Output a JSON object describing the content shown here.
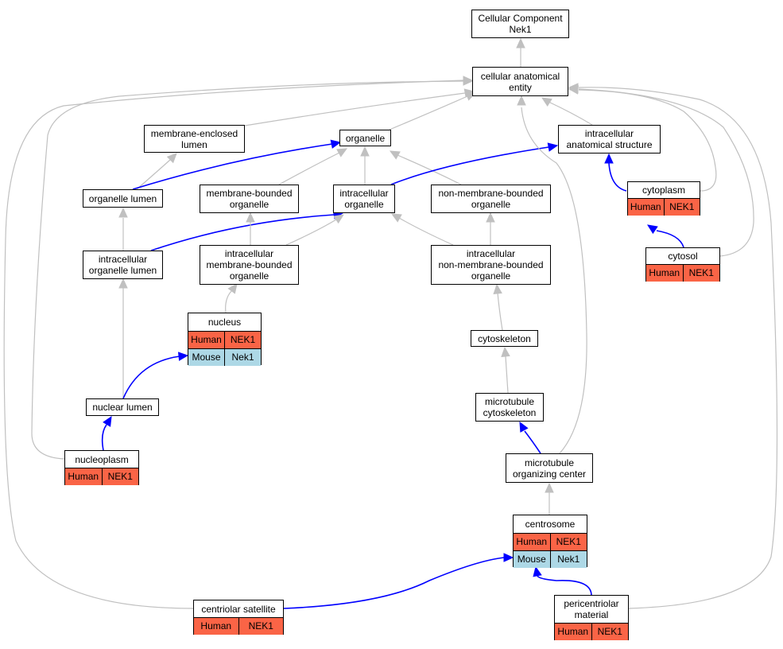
{
  "colors": {
    "gray_edge": "#c0c0c0",
    "blue_edge": "#0000ff",
    "human": "#fa6446",
    "mouse": "#add8e6"
  },
  "nodes": {
    "root": {
      "lines": [
        "Cellular Component",
        "Nek1"
      ]
    },
    "cae": {
      "lines": [
        "cellular anatomical",
        "entity"
      ]
    },
    "mel": {
      "lines": [
        "membrane-enclosed",
        "lumen"
      ]
    },
    "organelle": {
      "lines": [
        "organelle"
      ]
    },
    "ias": {
      "lines": [
        "intracellular",
        "anatomical structure"
      ]
    },
    "orglumen": {
      "lines": [
        "organelle lumen"
      ]
    },
    "mbo": {
      "lines": [
        "membrane-bounded",
        "organelle"
      ]
    },
    "io": {
      "lines": [
        "intracellular",
        "organelle"
      ]
    },
    "nmbo": {
      "lines": [
        "non-membrane-bounded",
        "organelle"
      ]
    },
    "cytoplasm": {
      "lines": [
        "cytoplasm"
      ],
      "rows": [
        {
          "species": "Human",
          "gene": "NEK1"
        }
      ]
    },
    "iol": {
      "lines": [
        "intracellular",
        "organelle lumen"
      ]
    },
    "imbo": {
      "lines": [
        "intracellular",
        "membrane-bounded",
        "organelle"
      ]
    },
    "inmbo": {
      "lines": [
        "intracellular",
        "non-membrane-bounded",
        "organelle"
      ]
    },
    "cytosol": {
      "lines": [
        "cytosol"
      ],
      "rows": [
        {
          "species": "Human",
          "gene": "NEK1"
        }
      ]
    },
    "nucleus": {
      "lines": [
        "nucleus"
      ],
      "rows": [
        {
          "species": "Human",
          "gene": "NEK1"
        },
        {
          "species": "Mouse",
          "gene": "Nek1"
        }
      ]
    },
    "cytoskeleton": {
      "lines": [
        "cytoskeleton"
      ]
    },
    "nuclumen": {
      "lines": [
        "nuclear lumen"
      ]
    },
    "mtcyto": {
      "lines": [
        "microtubule",
        "cytoskeleton"
      ]
    },
    "nucleoplasm": {
      "lines": [
        "nucleoplasm"
      ],
      "rows": [
        {
          "species": "Human",
          "gene": "NEK1"
        }
      ]
    },
    "mtoc": {
      "lines": [
        "microtubule",
        "organizing center"
      ]
    },
    "centrosome": {
      "lines": [
        "centrosome"
      ],
      "rows": [
        {
          "species": "Human",
          "gene": "NEK1"
        },
        {
          "species": "Mouse",
          "gene": "Nek1"
        }
      ]
    },
    "censat": {
      "lines": [
        "centriolar satellite"
      ],
      "rows": [
        {
          "species": "Human",
          "gene": "NEK1"
        }
      ]
    },
    "pcm": {
      "lines": [
        "pericentriolar",
        "material"
      ],
      "rows": [
        {
          "species": "Human",
          "gene": "NEK1"
        }
      ]
    }
  }
}
